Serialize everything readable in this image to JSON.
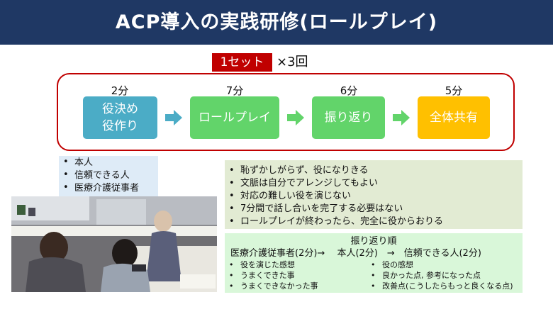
{
  "header": {
    "title": "ACP導入の実践研修(ロールプレイ)"
  },
  "set": {
    "badge": "1セット",
    "times": "×3回"
  },
  "steps": [
    {
      "time": "2分",
      "label_line1": "役決め",
      "label_line2": "役作り",
      "color": "#4bacc6"
    },
    {
      "time": "7分",
      "label": "ロールプレイ",
      "color": "#62d46a"
    },
    {
      "time": "6分",
      "label": "振り返り",
      "color": "#62d46a"
    },
    {
      "time": "5分",
      "label": "全体共有",
      "color": "#ffc000"
    }
  ],
  "arrow_color": "#4bacc6",
  "roles": [
    "本人",
    "信頼できる人",
    "医療介護従事者"
  ],
  "tips": [
    "恥ずかしがらず、役になりきる",
    "文脈は自分でアレンジしてもよい",
    "対応の難しい役を演じない",
    "7分間で話し合いを完了する必要はない",
    "ロールプレイが終わったら、完全に役からおりる"
  ],
  "review": {
    "title": "振り返り順",
    "order": "医療介護従事者(2分)→　 本人(2分)　→　信頼できる人(2分)",
    "left_items": [
      "役を演じた感想",
      "うまくできた事",
      "うまくできなかった事"
    ],
    "right_items": [
      "役の感想",
      "良かった点, 参考になった点",
      "改善点(こうしたらもっと良くなる点)"
    ]
  }
}
